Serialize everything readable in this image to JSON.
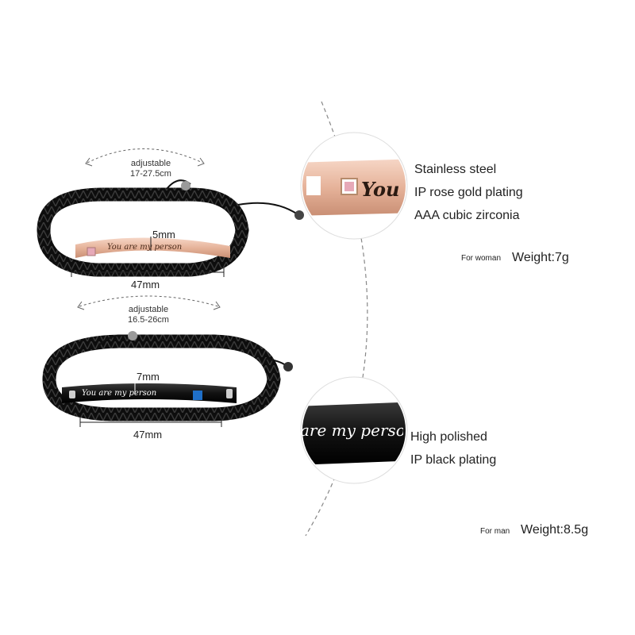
{
  "woman": {
    "adjustable_label": "adjustable",
    "adjustable_range": "17-27.5cm",
    "width_label": "5mm",
    "length_label": "47mm",
    "engraving": "You are my person",
    "zoom_engraving": "You",
    "specs": [
      "Stainless steel",
      "IP rose gold plating",
      "AAA cubic zirconia"
    ],
    "for_label": "For woman",
    "weight": "Weight:7g"
  },
  "man": {
    "adjustable_label": "adjustable",
    "adjustable_range": "16.5-26cm",
    "width_label": "7mm",
    "length_label": "47mm",
    "engraving": "You are my person",
    "zoom_engraving": "are my perso",
    "specs": [
      "High polished",
      "IP black plating"
    ],
    "for_label": "For man",
    "weight": "Weight:8.5g"
  },
  "colors": {
    "rose_gold": "#e4b49c",
    "black_bar": "#1a1a1a",
    "cord": "#111111",
    "pink_stone": "#e6a9b8",
    "blue_stone": "#1f6fc8"
  }
}
